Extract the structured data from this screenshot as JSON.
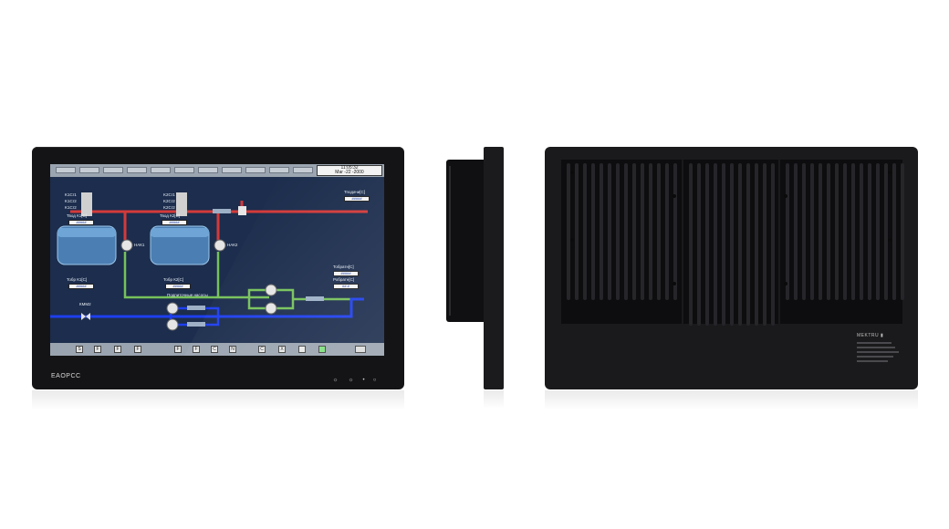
{
  "front": {
    "brand": "EAOPCC",
    "clock": {
      "time": "11:05:32",
      "date": "Mar -22 -2000"
    },
    "labels": {
      "k1_left": [
        "K1Cr1",
        "K1Cr2",
        "K1Cr2"
      ],
      "k2_left": [
        "K2Cr1",
        "K2Cr2",
        "K2Cr2"
      ],
      "tvod_k1": "Твод К1[C]",
      "tvod_k2": "Твод К2[C]",
      "tobr_k1": "Тобр К1[C]",
      "tobr_k2": "Тобр К2[C]",
      "nak1": "НАК1",
      "nak2": "НАК2",
      "kmm2": "КММ2",
      "tpodacha": "Тподачи[C]",
      "tobratn": "Тобратн[C]",
      "robratn": "Робратн[C]",
      "pumps": "Подпиточные насосы",
      "placeholder": "#####",
      "value_last": "##.#"
    },
    "bottom_buttons": [
      "S",
      "F",
      "F",
      "F",
      "F",
      "F",
      "C",
      "N",
      "C",
      "X",
      "",
      ""
    ],
    "front_buttons": [
      "☼",
      "☼",
      "•",
      "○"
    ]
  },
  "back": {
    "brand": "MEKTRU ▮"
  },
  "colors": {
    "pipe_red": "#d33a3a",
    "pipe_green": "#76c25a",
    "pipe_blue": "#1e3ff0",
    "screen_bg": "#1c2d4d",
    "bezel": "#141416"
  }
}
